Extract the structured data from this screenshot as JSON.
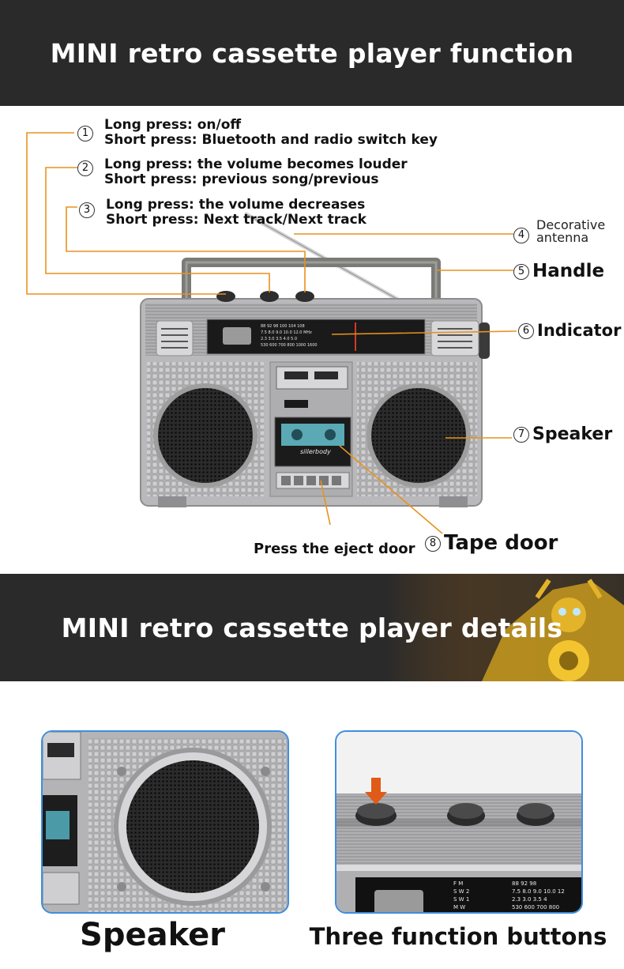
{
  "section1": {
    "title": "MINI retro cassette player function"
  },
  "callouts": [
    {
      "num": "1",
      "line1": "Long press: on/off",
      "line2": "Short press: Bluetooth and radio switch key"
    },
    {
      "num": "2",
      "line1": "Long press: the volume becomes louder",
      "line2": "Short press: previous song/previous"
    },
    {
      "num": "3",
      "line1": "Long press: the volume decreases",
      "line2": "Short press: Next track/Next track"
    }
  ],
  "labels": {
    "antenna": {
      "num": "4",
      "line1": "Decorative",
      "line2": "antenna"
    },
    "handle": {
      "num": "5",
      "text": "Handle"
    },
    "indicator": {
      "num": "6",
      "text": "Indicator"
    },
    "speaker": {
      "num": "7",
      "text": "Speaker"
    },
    "tape_door": {
      "num": "8",
      "text": "Tape door"
    },
    "eject": "Press the eject door"
  },
  "radio_brand": "sillerbody",
  "dial_bands": [
    "F M",
    "S W 2",
    "S W 1",
    "M W"
  ],
  "section2": {
    "title": "MINI retro cassette player details"
  },
  "details": [
    {
      "caption": "Speaker",
      "icon": "speaker-closeup-image"
    },
    {
      "caption": "Three function buttons",
      "icon": "buttons-closeup-image"
    }
  ],
  "closeup_dial": {
    "rows": [
      {
        "band": "F M",
        "values": "88   92   98"
      },
      {
        "band": "S W 2",
        "values": "7.5  8.0  9.0  10.0 12"
      },
      {
        "band": "S W 1",
        "values": "2.3   3.0   3.5   4"
      },
      {
        "band": "M W",
        "values": "530  600   700  800"
      }
    ]
  },
  "colors": {
    "band_bg": "#2a2a2a",
    "leader": "#e8921e",
    "panel_border": "#3e8ee0",
    "radio_body": "#b9b9bb"
  }
}
